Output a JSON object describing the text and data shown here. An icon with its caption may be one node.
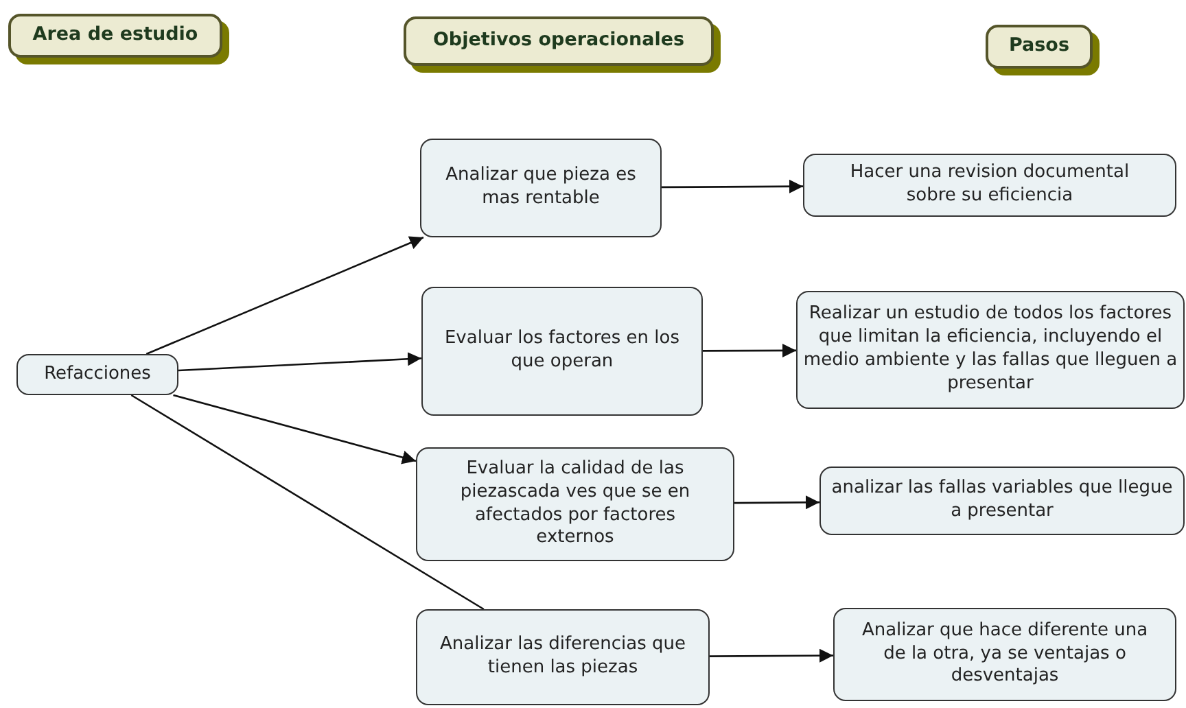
{
  "diagram": {
    "nodes": [
      {
        "text": [
          "Area de estudio"
        ]
      },
      {
        "text": [
          "Objetivos operacionales"
        ]
      },
      {
        "text": [
          "Pasos"
        ]
      },
      {
        "text": [
          "Refacciones"
        ]
      },
      {
        "text": [
          "Analizar que pieza es mas rentable"
        ]
      },
      {
        "text": [
          "Evaluar los factores en los que operan"
        ]
      },
      {
        "text": [
          "Evaluar la calidad de las piezascada ves que se en afectados por factores externos"
        ]
      },
      {
        "text": [
          "Analizar las diferencias que tienen las piezas"
        ]
      },
      {
        "text": [
          "Hacer una revision documental sobre su eficiencia"
        ]
      },
      {
        "text": [
          "Realizar un estudio de todos los factores que limitan la eficiencia, incluyendo el medio ambiente y las fallas que lleguen a presentar"
        ]
      },
      {
        "text": [
          "analizar las fallas variables que llegue a presentar"
        ]
      },
      {
        "text": [
          "Analizar que hace diferente una de la otra, ya se ventajas o desventajas"
        ]
      }
    ],
    "edges": [
      {
        "from": 3,
        "to": 4,
        "arrow": "to"
      },
      {
        "from": 3,
        "to": 5,
        "arrow": "to"
      },
      {
        "from": 3,
        "to": 6,
        "arrow": "to"
      },
      {
        "from": 3,
        "to": 7,
        "arrow": "none"
      },
      {
        "from": 4,
        "to": 8,
        "arrow": "to"
      },
      {
        "from": 5,
        "to": 9,
        "arrow": "to"
      },
      {
        "from": 6,
        "to": 10,
        "arrow": "to"
      },
      {
        "from": 7,
        "to": 11,
        "arrow": "to"
      }
    ]
  }
}
